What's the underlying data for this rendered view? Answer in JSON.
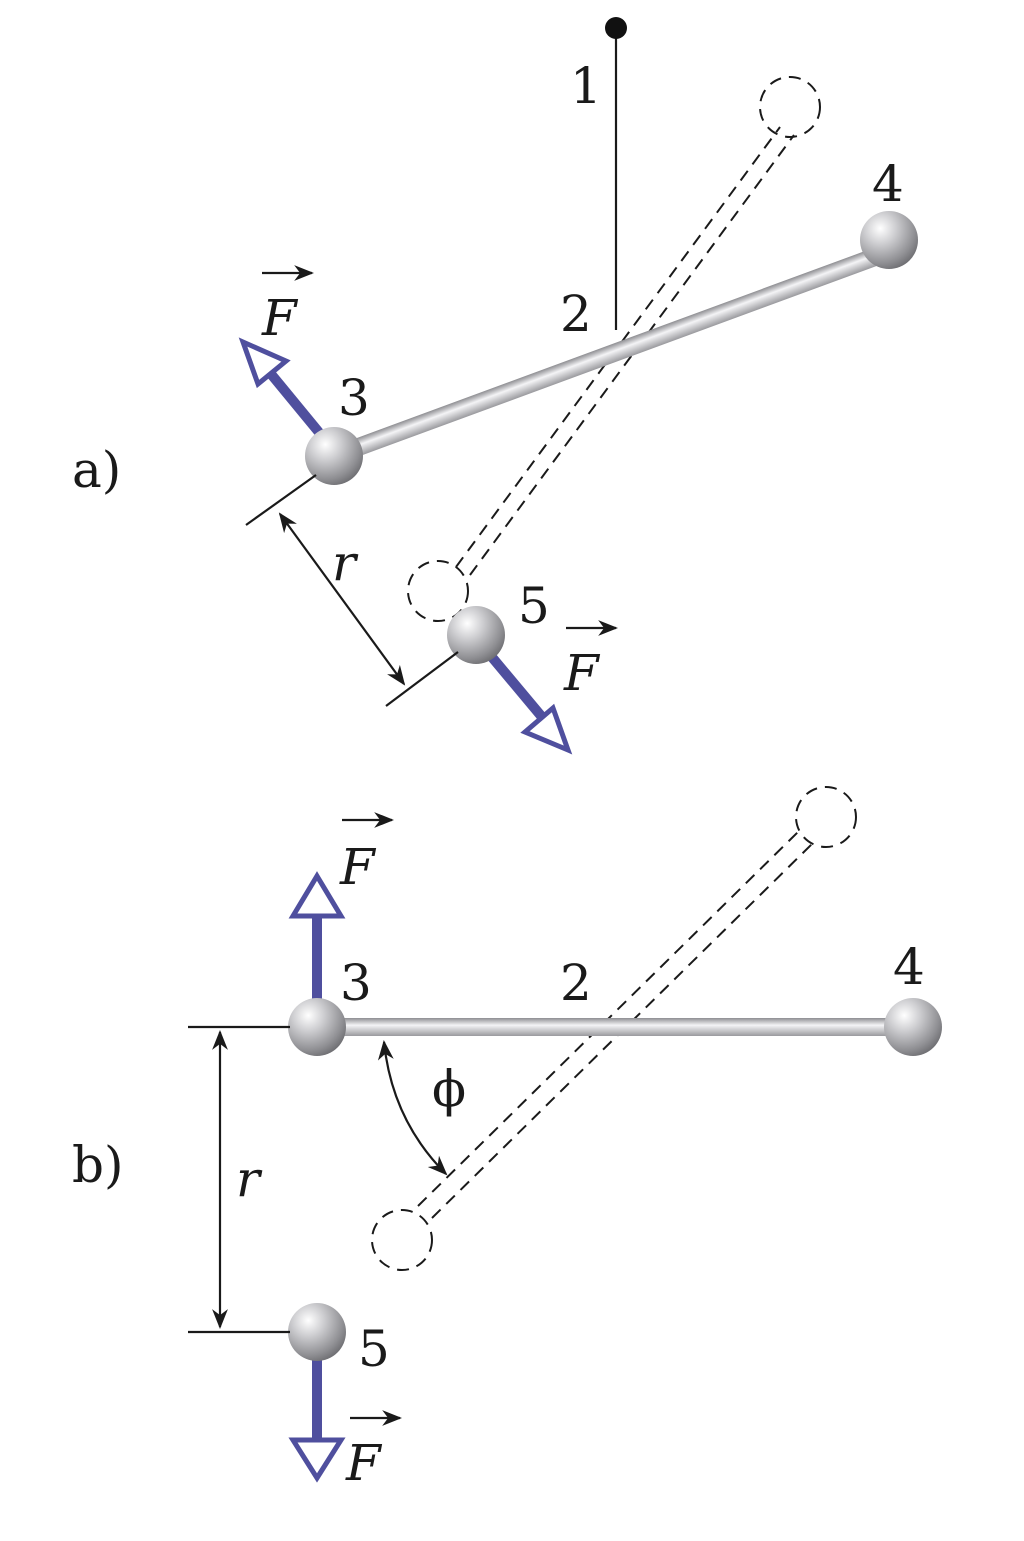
{
  "part_a": {
    "panel_label": "a)",
    "points": {
      "p1": "1",
      "p2": "2",
      "p3": "3",
      "p4": "4",
      "p5": "5"
    },
    "force_symbol": "F",
    "distance_symbol": "r"
  },
  "part_b": {
    "panel_label": "b)",
    "points": {
      "p2": "2",
      "p3": "3",
      "p4": "4",
      "p5": "5"
    },
    "force_symbol": "F",
    "distance_symbol": "r",
    "angle_symbol": "ϕ"
  },
  "colors": {
    "force": "#4f4f9e",
    "rod": "#b8b8bc",
    "ball": "#a5a5a8"
  }
}
